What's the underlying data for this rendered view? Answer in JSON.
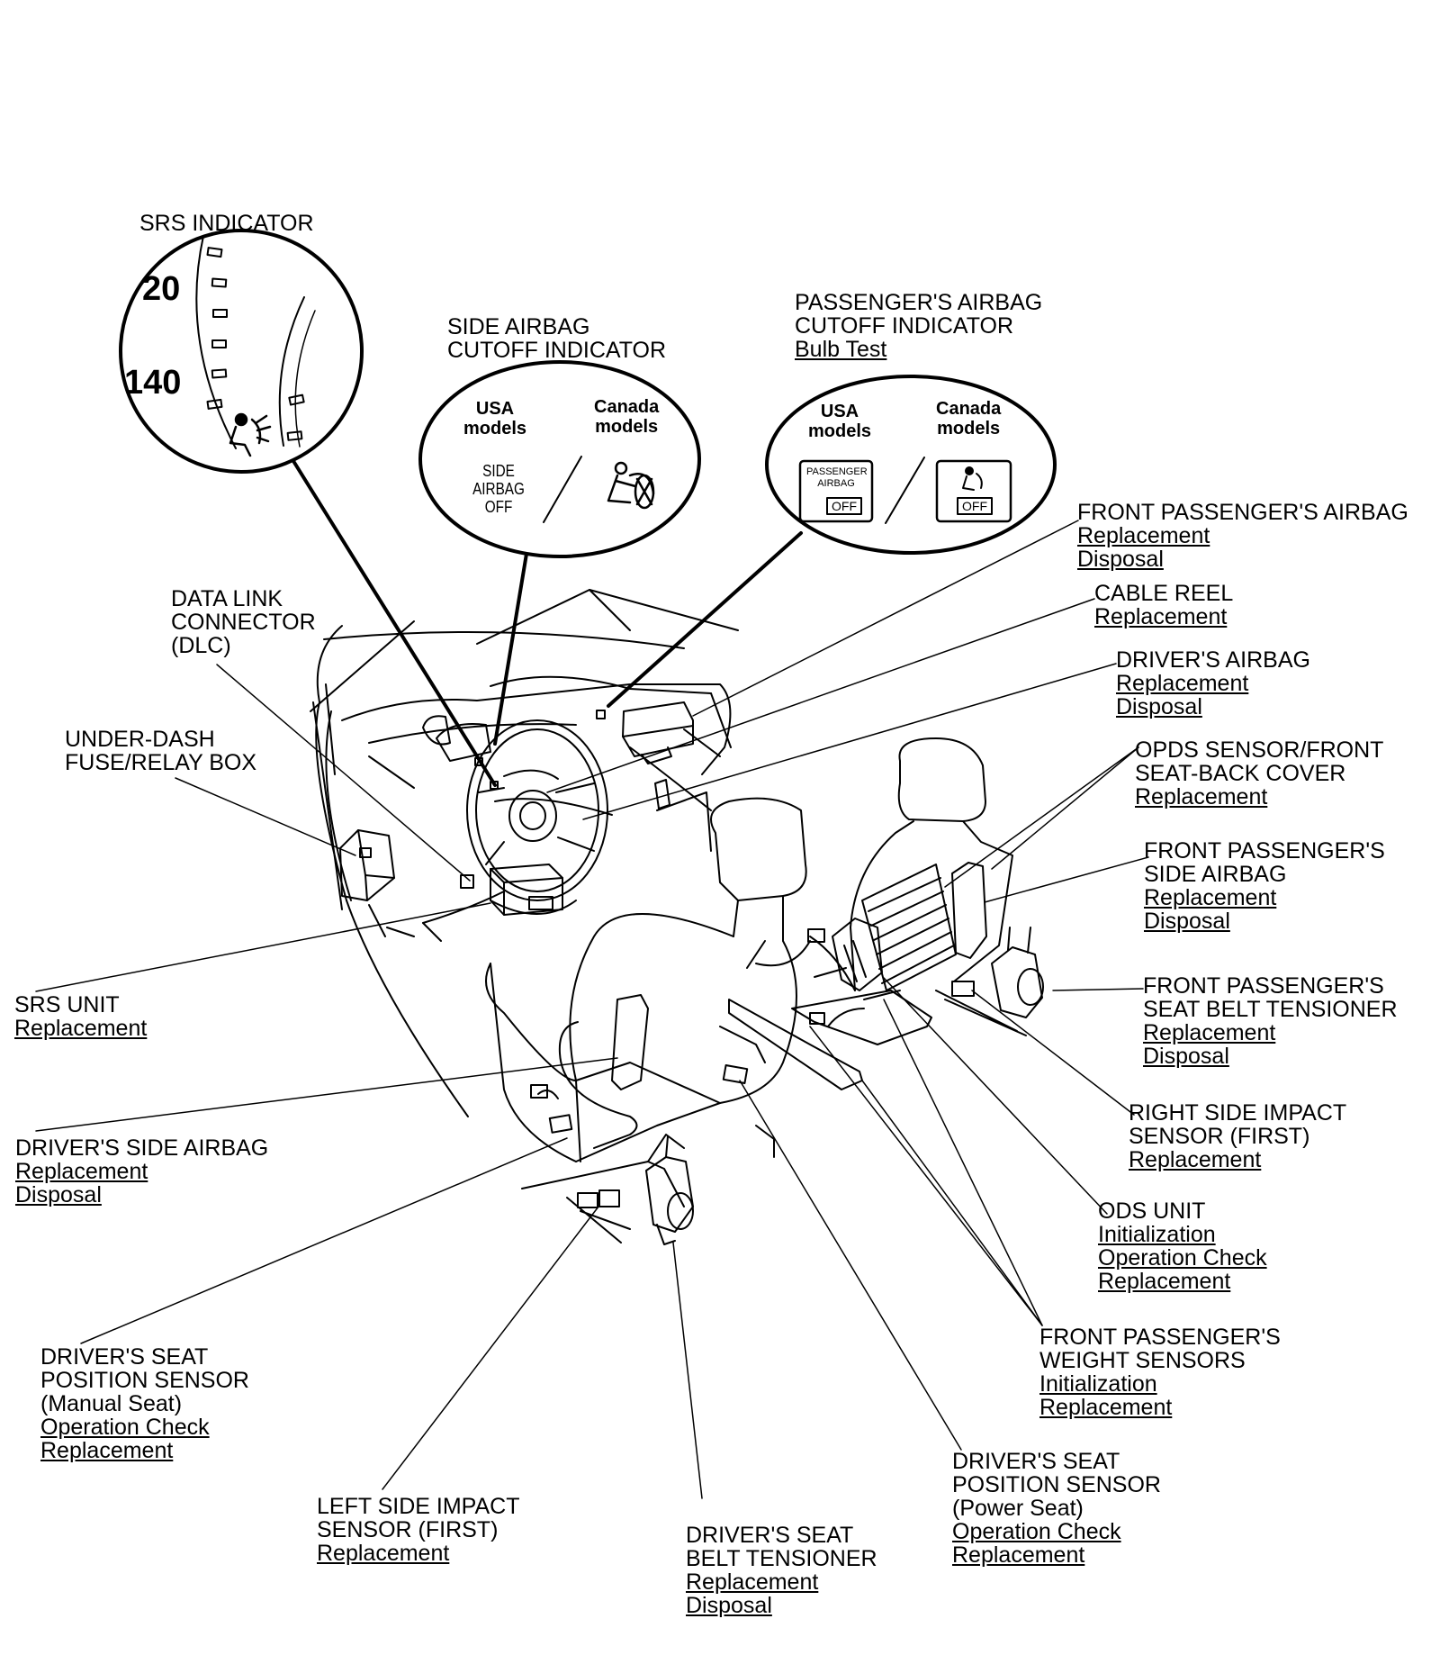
{
  "indicators": {
    "srs": {
      "title": "SRS INDICATOR",
      "speed_top": "20",
      "speed_bottom": "140"
    },
    "side_airbag": {
      "title_lines": [
        "SIDE AIRBAG",
        "CUTOFF INDICATOR"
      ],
      "usa_lines": [
        "USA",
        "models"
      ],
      "canada_lines": [
        "Canada",
        "models"
      ],
      "usa_text_lines": [
        "SIDE",
        "AIRBAG",
        "OFF"
      ]
    },
    "passenger_airbag": {
      "title_lines": [
        "PASSENGER'S AIRBAG",
        "CUTOFF INDICATOR"
      ],
      "link": "Bulb Test",
      "usa_lines": [
        "USA",
        "models"
      ],
      "canada_lines": [
        "Canada",
        "models"
      ],
      "usa_button_lines": [
        "PASSENGER",
        "AIRBAG"
      ],
      "off_label": "OFF"
    }
  },
  "components": [
    {
      "id": "data-link-connector",
      "title": [
        "DATA LINK",
        "CONNECTOR",
        "(DLC)"
      ],
      "links": []
    },
    {
      "id": "under-dash-fuse-relay-box",
      "title": [
        "UNDER-DASH",
        "FUSE/RELAY BOX"
      ],
      "links": []
    },
    {
      "id": "srs-unit",
      "title": [
        "SRS UNIT"
      ],
      "links": [
        "Replacement"
      ]
    },
    {
      "id": "drivers-side-airbag",
      "title": [
        "DRIVER'S SIDE AIRBAG"
      ],
      "links": [
        "Replacement",
        "Disposal"
      ]
    },
    {
      "id": "drivers-seat-position-sensor-manual",
      "title": [
        "DRIVER'S SEAT",
        "POSITION SENSOR",
        "(Manual Seat)"
      ],
      "links": [
        "Operation Check",
        "Replacement"
      ]
    },
    {
      "id": "left-side-impact-sensor",
      "title": [
        "LEFT SIDE IMPACT",
        "SENSOR (FIRST)"
      ],
      "links": [
        "Replacement"
      ]
    },
    {
      "id": "drivers-seat-belt-tensioner",
      "title": [
        "DRIVER'S SEAT",
        "BELT TENSIONER"
      ],
      "links": [
        "Replacement",
        "Disposal"
      ]
    },
    {
      "id": "drivers-seat-position-sensor-power",
      "title": [
        "DRIVER'S SEAT",
        "POSITION SENSOR",
        "(Power Seat)"
      ],
      "links": [
        "Operation Check",
        "Replacement"
      ]
    },
    {
      "id": "front-passenger-weight-sensors",
      "title": [
        "FRONT PASSENGER'S",
        "WEIGHT SENSORS"
      ],
      "links": [
        "Initialization",
        "Replacement"
      ]
    },
    {
      "id": "ods-unit",
      "title": [
        "ODS UNIT"
      ],
      "links": [
        "Initialization",
        "Operation Check",
        "Replacement"
      ]
    },
    {
      "id": "right-side-impact-sensor",
      "title": [
        "RIGHT SIDE IMPACT",
        "SENSOR (FIRST)"
      ],
      "links": [
        "Replacement"
      ]
    },
    {
      "id": "front-passenger-seat-belt-tensioner",
      "title": [
        "FRONT PASSENGER'S",
        "SEAT BELT TENSIONER"
      ],
      "links": [
        "Replacement",
        "Disposal"
      ]
    },
    {
      "id": "front-passenger-side-airbag",
      "title": [
        "FRONT PASSENGER'S",
        "SIDE AIRBAG"
      ],
      "links": [
        "Replacement",
        "Disposal"
      ]
    },
    {
      "id": "opds-sensor",
      "title": [
        "OPDS SENSOR/FRONT",
        "SEAT-BACK COVER"
      ],
      "links": [
        "Replacement"
      ]
    },
    {
      "id": "drivers-airbag",
      "title": [
        "DRIVER'S AIRBAG"
      ],
      "links": [
        "Replacement",
        "Disposal"
      ]
    },
    {
      "id": "cable-reel",
      "title": [
        "CABLE REEL"
      ],
      "links": [
        "Replacement"
      ]
    },
    {
      "id": "front-passenger-airbag",
      "title": [
        "FRONT PASSENGER'S AIRBAG"
      ],
      "links": [
        "Replacement",
        "Disposal"
      ]
    }
  ]
}
